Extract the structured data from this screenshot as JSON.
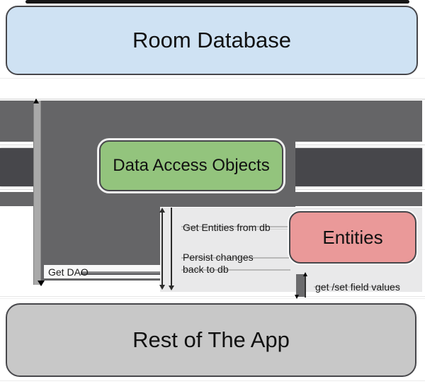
{
  "diagram": {
    "type": "architecture-diagram",
    "subject": "Room Database",
    "nodes": {
      "room_database": {
        "label": "Room Database",
        "fill": "#cfe2f3"
      },
      "dao": {
        "label": "Data Access Objects",
        "fill": "#93c47d"
      },
      "entities": {
        "label": "Entities",
        "fill": "#ea9999"
      },
      "rest_of_app": {
        "label": "Rest of The App",
        "fill": "#c8c8c8"
      }
    },
    "edges": {
      "get_dao": {
        "label": "Get DAO"
      },
      "get_entities": {
        "label": "Get Entities from db"
      },
      "persist": {
        "line1": "Persist changes",
        "line2": "back to db"
      },
      "get_set": {
        "label": "get /set field values"
      }
    },
    "colors": {
      "arrow_gray": "#656567",
      "arrow_dark_gray": "#47474b",
      "arrow_light_bar": "#a9a9a9",
      "panel_gray": "#e9e9ea",
      "border": "#47474b"
    }
  }
}
